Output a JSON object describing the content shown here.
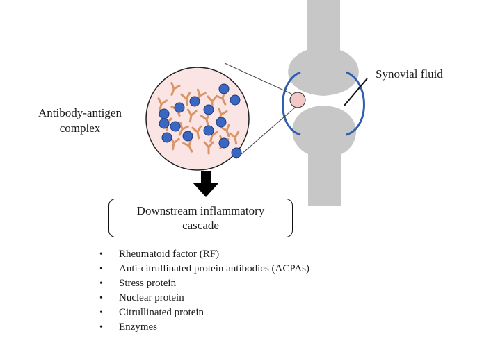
{
  "labels": {
    "complex_line1": "Antibody-antigen",
    "complex_line2": "complex",
    "synovial": "Synovial fluid",
    "cascade_line1": "Downstream inflammatory",
    "cascade_line2": "cascade"
  },
  "factors": [
    "Rheumatoid factor (RF)",
    "Anti-citrullinated protein antibodies (ACPAs)",
    "Stress protein",
    "Nuclear protein",
    "Citrullinated protein",
    "Enzymes"
  ],
  "colors": {
    "bone": "#c7c7c7",
    "capsule": "#2f5fb0",
    "circle_fill": "#fbe4e4",
    "small_circle_fill": "#f5c8c8",
    "antigen": "#3a67c2",
    "antibody": "#d9956a"
  }
}
